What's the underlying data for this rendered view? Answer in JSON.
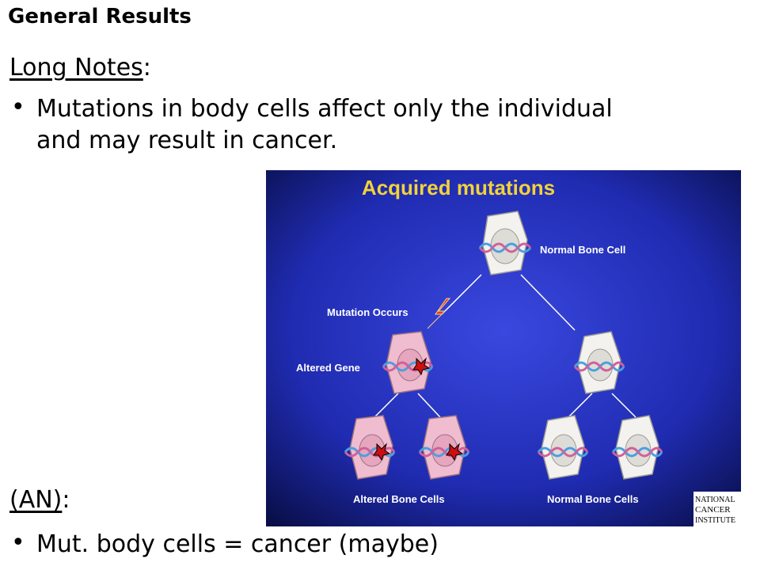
{
  "slide": {
    "title": "General Results",
    "long_notes": {
      "heading": "Long Notes",
      "colon": ":"
    },
    "bullet_1": {
      "symbol": "•",
      "line_1": "Mutations in body cells affect only the individual",
      "line_2": "and may result in cancer."
    },
    "an": {
      "heading": "(AN)",
      "colon": ":"
    },
    "bullet_2": {
      "symbol": "•",
      "text": "Mut. body cells = cancer (maybe)"
    }
  },
  "figure": {
    "title": "Acquired mutations",
    "label_normal_bone_cell": "Normal Bone Cell",
    "label_mutation_occurs": "Mutation Occurs",
    "label_altered_gene": "Altered Gene",
    "label_altered_bone_cells": "Altered Bone Cells",
    "label_normal_bone_cells": "Normal Bone Cells",
    "logo_line_1": "NATIONAL",
    "logo_line_2": "CANCER",
    "logo_line_3": "INSTITUTE",
    "colors": {
      "background": "#1f2bb0",
      "normal_cell": "#f4f2ee",
      "altered_cell": "#f0bcd0",
      "lightning": "#d8402a"
    }
  }
}
